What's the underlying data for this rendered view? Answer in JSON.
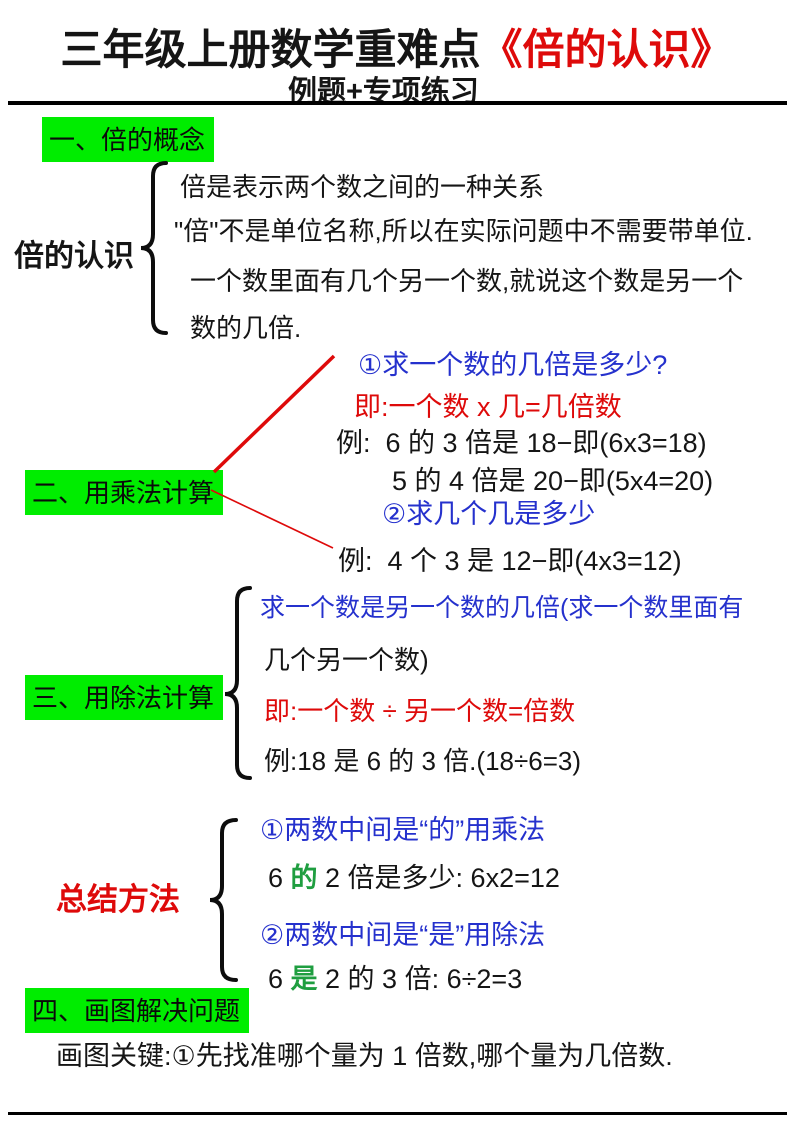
{
  "colors": {
    "hl": "#00ed00",
    "red": "#de0a0a",
    "blue": "#2531cd",
    "green": "#1f9e40",
    "ink": "#151515"
  },
  "header": {
    "title_black": "三年级上册数学重难点",
    "title_red": "《倍的认识》",
    "subtitle": "例题+专项练习"
  },
  "concept": {
    "heading": "一、倍的概念",
    "label": "倍的认识",
    "line1": "倍是表示两个数之间的一种关系",
    "line2": "\"倍\"不是单位名称,所以在实际问题中不需要带单位.",
    "line3": "一个数里面有几个另一个数,就说这个数是另一个",
    "line4": "数的几倍."
  },
  "multiply": {
    "heading": "二、用乘法计算",
    "q1": "①求一个数的几倍是多少?",
    "formula": "即:一个数 x 几=几倍数",
    "ex1": "例:  6 的 3 倍是 18−即(6x3=18)",
    "ex2": "5 的 4 倍是 20−即(5x4=20)",
    "q2": "②求几个几是多少",
    "ex3": "例:  4 个 3 是 12−即(4x3=12)"
  },
  "divide": {
    "heading": "三、用除法计算",
    "line1": "求一个数是另一个数的几倍(求一个数里面有",
    "line2": "几个另一个数)",
    "formula": "即:一个数 ÷ 另一个数=倍数",
    "example": "例:18 是 6 的 3 倍.(18÷6=3)"
  },
  "summary": {
    "label": "总结方法",
    "rule1": "①两数中间是“的”用乘法",
    "ex1_pre": "6 ",
    "ex1_key": "的",
    "ex1_post": " 2 倍是多少: 6x2=12",
    "rule2": "②两数中间是“是”用除法",
    "ex2_pre": "6 ",
    "ex2_key": "是",
    "ex2_post": " 2 的 3 倍: 6÷2=3"
  },
  "draw": {
    "heading": "四、画图解决问题",
    "body": "画图关键:①先找准哪个量为 1 倍数,哪个量为几倍数."
  }
}
